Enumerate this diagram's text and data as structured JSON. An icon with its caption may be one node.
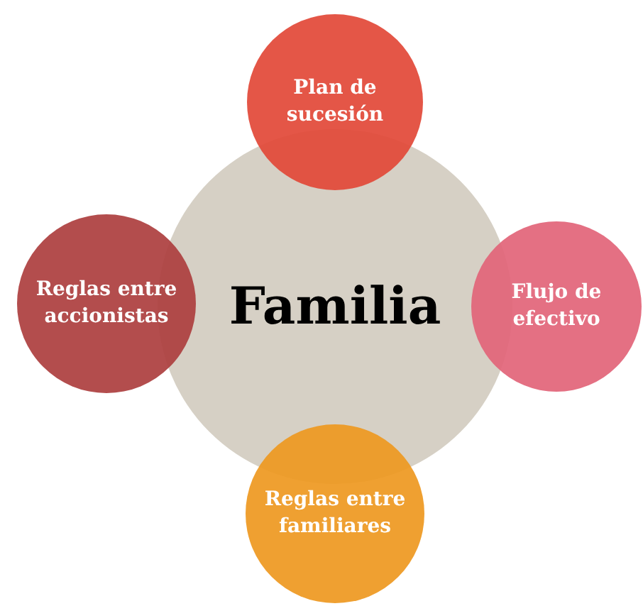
{
  "diagram": {
    "nodes": [
      {
        "text": [
          "Plan de sucesión"
        ]
      },
      {
        "text": [
          "Reglas entre accionistas"
        ]
      },
      {
        "text": [
          "Familia"
        ]
      },
      {
        "text": [
          "Flujo de efectivo"
        ]
      },
      {
        "text": [
          "Reglas entre familiares"
        ]
      }
    ]
  }
}
